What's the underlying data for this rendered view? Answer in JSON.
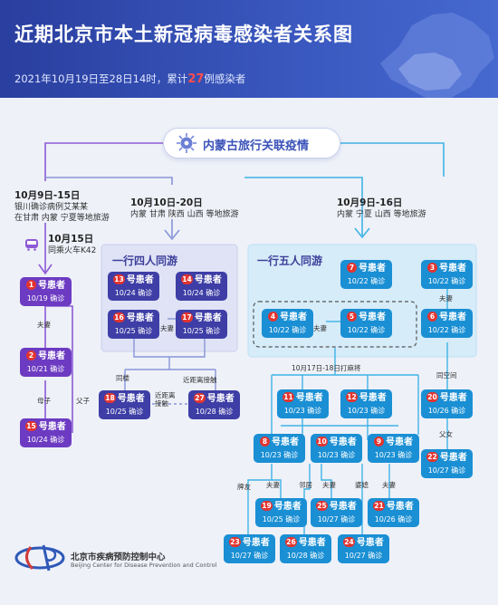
{
  "header": {
    "title": "近期北京市本土新冠病毒感染者关系图",
    "subtitle_before": "2021年10月19日至28日14时，累计",
    "subtitle_count": "27",
    "subtitle_after": "例感染者"
  },
  "topic": {
    "label": "内蒙古旅行关联疫情"
  },
  "branches": {
    "left": {
      "date": "10月9日-15日",
      "desc1": "银川确诊病例艾某某",
      "desc2": "在甘肃 内蒙 宁夏等地旅游",
      "train_date": "10月15日",
      "train_label": "同乘火车K42"
    },
    "middle": {
      "date": "10月10日-20日",
      "desc": "内蒙 甘肃 陕西 山西 等地旅游"
    },
    "right": {
      "date": "10月9日-16日",
      "desc": "内蒙 宁夏 山西 等地旅游"
    }
  },
  "groups": {
    "four": {
      "title": "一行四人同游"
    },
    "five": {
      "title": "一行五人同游"
    }
  },
  "patient_label": "号患者",
  "diag_suffix": "确诊",
  "patients": [
    {
      "id": "1",
      "date": "10/19"
    },
    {
      "id": "2",
      "date": "10/21"
    },
    {
      "id": "15",
      "date": "10/24"
    },
    {
      "id": "13",
      "date": "10/24"
    },
    {
      "id": "14",
      "date": "10/24"
    },
    {
      "id": "16",
      "date": "10/25"
    },
    {
      "id": "17",
      "date": "10/25"
    },
    {
      "id": "18",
      "date": "10/25"
    },
    {
      "id": "27",
      "date": "10/28"
    },
    {
      "id": "7",
      "date": "10/22"
    },
    {
      "id": "3",
      "date": "10/22"
    },
    {
      "id": "4",
      "date": "10/22"
    },
    {
      "id": "5",
      "date": "10/22"
    },
    {
      "id": "6",
      "date": "10/22"
    },
    {
      "id": "11",
      "date": "10/23"
    },
    {
      "id": "12",
      "date": "10/23"
    },
    {
      "id": "20",
      "date": "10/26"
    },
    {
      "id": "8",
      "date": "10/23"
    },
    {
      "id": "10",
      "date": "10/23"
    },
    {
      "id": "9",
      "date": "10/23"
    },
    {
      "id": "22",
      "date": "10/27"
    },
    {
      "id": "19",
      "date": "10/25"
    },
    {
      "id": "25",
      "date": "10/27"
    },
    {
      "id": "21",
      "date": "10/26"
    },
    {
      "id": "23",
      "date": "10/27"
    },
    {
      "id": "26",
      "date": "10/28"
    },
    {
      "id": "24",
      "date": "10/27"
    }
  ],
  "relations": {
    "r1": "夫妻",
    "r2": "母子",
    "r3": "父子",
    "r4": "夫妻",
    "r5": "同楼",
    "r6": "近距离接触",
    "r7": "近距离接触",
    "r8": "夫妻",
    "r9": "夫妻",
    "r10": "10月17日-18日打麻将",
    "r11": "同空间",
    "r12": "父女",
    "r13": "牌友",
    "r14": "夫妻",
    "r15": "邻居",
    "r16": "夫妻",
    "r17": "婆媳",
    "r18": "夫妻"
  },
  "logo": {
    "name_cn": "北京市疾病预防控制中心",
    "name_en": "Beijing Center for Disease Prevention and Control"
  },
  "colors": {
    "header": "#2f4bb0",
    "left_branch": "#8e5ad6",
    "middle_branch": "#8896d8",
    "right_branch": "#3fb3e6",
    "purple_card": "#6c3bc2",
    "navy_card": "#3e3ea6",
    "blue_card": "#1a8fd4",
    "badge": "#e3342f"
  }
}
